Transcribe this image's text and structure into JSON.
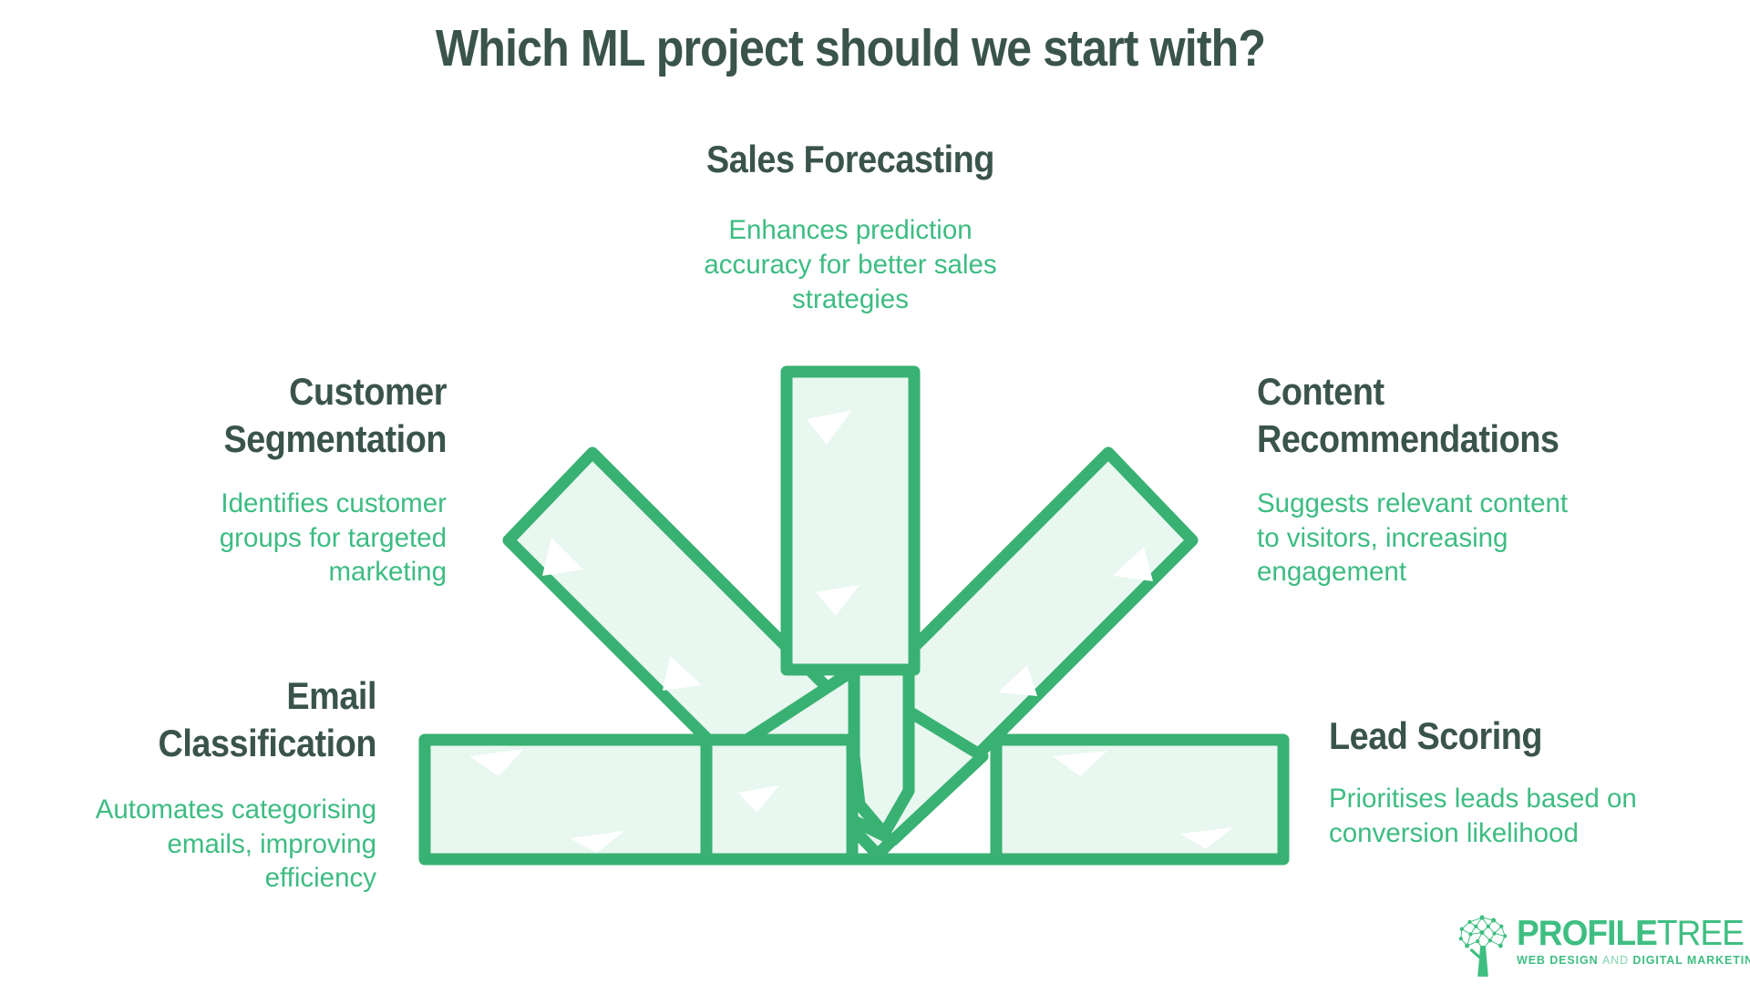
{
  "title": "Which ML project should we start with?",
  "sections": {
    "sales": {
      "heading": "Sales Forecasting",
      "description": "Enhances prediction\naccuracy for better sales\nstrategies"
    },
    "customer": {
      "heading": "Customer\nSegmentation",
      "description": "Identifies customer\ngroups for targeted\nmarketing"
    },
    "content": {
      "heading": "Content\nRecommendations",
      "description": "Suggests relevant content\nto visitors, increasing\nengagement"
    },
    "email": {
      "heading": "Email\nClassification",
      "description": "Automates categorising\nemails, improving\nefficiency"
    },
    "lead": {
      "heading": "Lead Scoring",
      "description": "Prioritises leads based on\nconversion likelihood"
    }
  },
  "graphic": {
    "icon": "converging-arrows-icon",
    "meaning": "Five options converging into one downward arrow"
  },
  "logo": {
    "brand_bold": "PROFILE",
    "brand_light": "TREE",
    "tagline_web_design": "WEB DESIGN",
    "tagline_and": "AND",
    "tagline_marketing": "DIGITAL MARKETING"
  },
  "colors": {
    "heading_text": "#3a544a",
    "accent_text": "#3dbc82",
    "shape_stroke": "#38b173",
    "shape_fill": "#e8f7ef",
    "logo_green": "#3fbe81",
    "background": "#ffffff"
  }
}
